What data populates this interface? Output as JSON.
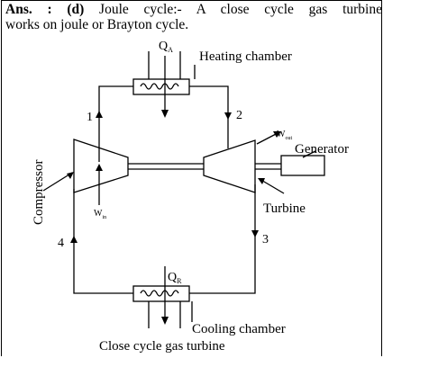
{
  "answer": {
    "prefix": "Ans. : (d)",
    "line1_rest": " Joule cycle:- A close cycle gas turbine",
    "line2": "works on joule or Brayton cycle."
  },
  "diagram": {
    "heat_in": "Q",
    "heat_in_sub": "A",
    "heating_chamber": "Heating chamber",
    "heat_out": "Q",
    "heat_out_sub": "R",
    "cooling_chamber": "Cooling chamber",
    "compressor": "Compressor",
    "turbine": "Turbine",
    "generator": "Generator",
    "w_in": "W",
    "w_in_sub": "in",
    "w_out": "W",
    "w_out_sub": "out",
    "state_1": "1",
    "state_2": "2",
    "state_3": "3",
    "state_4": "4",
    "caption": "Close cycle gas turbine"
  }
}
